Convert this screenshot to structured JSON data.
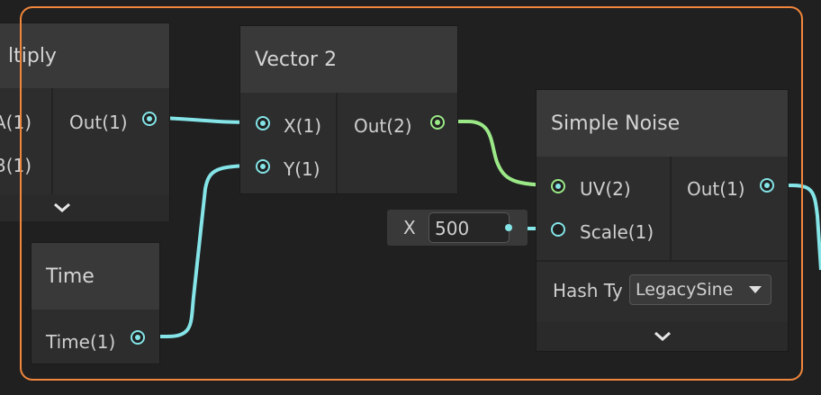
{
  "nodes": {
    "multiply": {
      "title": "ltiply",
      "inputs": [
        "A(1)",
        "B(1)"
      ],
      "output": "Out(1)"
    },
    "vector2": {
      "title": "Vector 2",
      "inputs": [
        "X(1)",
        "Y(1)"
      ],
      "output": "Out(2)"
    },
    "time": {
      "title": "Time",
      "output": "Time(1)"
    },
    "simple_noise": {
      "title": "Simple Noise",
      "inputs": [
        "UV(2)",
        "Scale(1)"
      ],
      "output": "Out(1)",
      "hash_label": "Hash Ty",
      "hash_value": "LegacySine"
    }
  },
  "scale_field": {
    "axis_label": "X",
    "value": "500"
  },
  "icons": {
    "collapse": "chevron-down-icon",
    "dropdown": "dropdown-arrow-icon"
  },
  "colors": {
    "float_wire": "#84e4e7",
    "vector2_wire": "#9be887",
    "selection_outline": "#f0873c"
  }
}
